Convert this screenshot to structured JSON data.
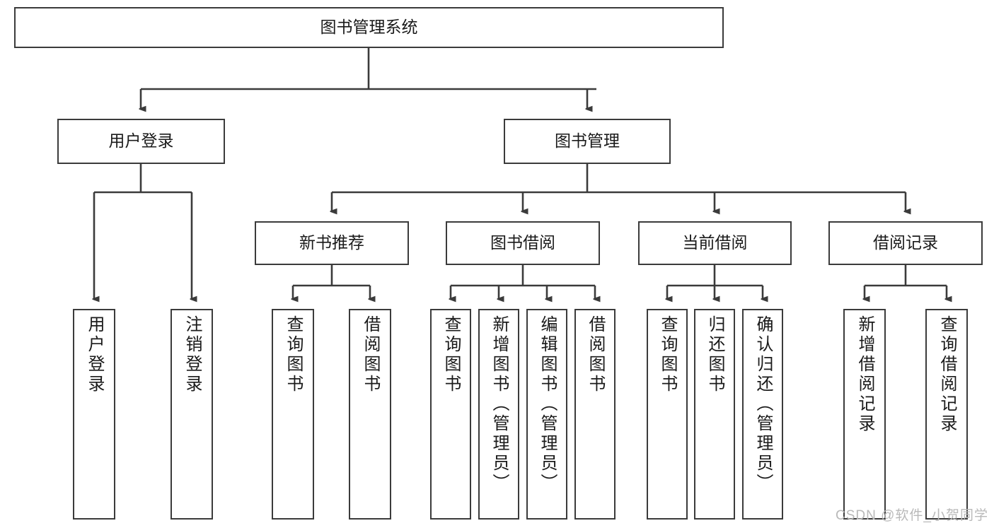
{
  "diagram": {
    "title": "图书管理系统",
    "type": "tree-hierarchy-flowchart",
    "orientation": "top-down",
    "style": {
      "box_border_color": "#3b3b3b",
      "box_fill_color": "#ffffff",
      "edge_color": "#3b3b3b",
      "text_color": "#1a1a1a",
      "background": "#ffffff"
    },
    "root": {
      "id": "root",
      "label": "图书管理系统"
    },
    "level2": [
      {
        "id": "user-login",
        "label": "用户登录"
      },
      {
        "id": "book-management",
        "label": "图书管理"
      }
    ],
    "level3": [
      {
        "id": "new-book-recommend",
        "label": "新书推荐",
        "parent": "book-management"
      },
      {
        "id": "book-borrow",
        "label": "图书借阅",
        "parent": "book-management"
      },
      {
        "id": "current-borrow",
        "label": "当前借阅",
        "parent": "book-management"
      },
      {
        "id": "borrow-record",
        "label": "借阅记录",
        "parent": "book-management"
      }
    ],
    "leaves": {
      "user-login": [
        {
          "id": "leaf-user-login",
          "label": "用户登录"
        },
        {
          "id": "leaf-logout",
          "label": "注销登录"
        }
      ],
      "new-book-recommend": [
        {
          "id": "leaf-query-book-1",
          "label": "查询图书"
        },
        {
          "id": "leaf-borrow-book-1",
          "label": "借阅图书"
        }
      ],
      "book-borrow": [
        {
          "id": "leaf-query-book-2",
          "label": "查询图书"
        },
        {
          "id": "leaf-add-book",
          "label": "新增图书（管理员）"
        },
        {
          "id": "leaf-edit-book",
          "label": "编辑图书（管理员）"
        },
        {
          "id": "leaf-borrow-book-2",
          "label": "借阅图书"
        }
      ],
      "current-borrow": [
        {
          "id": "leaf-query-book-3",
          "label": "查询图书"
        },
        {
          "id": "leaf-return-book",
          "label": "归还图书"
        },
        {
          "id": "leaf-confirm-return",
          "label": "确认归还（管理员）"
        }
      ],
      "borrow-record": [
        {
          "id": "leaf-add-record",
          "label": "新增借阅记录"
        },
        {
          "id": "leaf-query-record",
          "label": "查询借阅记录"
        }
      ]
    }
  },
  "watermark": {
    "text": "CSDN @软件_小贺同学"
  }
}
